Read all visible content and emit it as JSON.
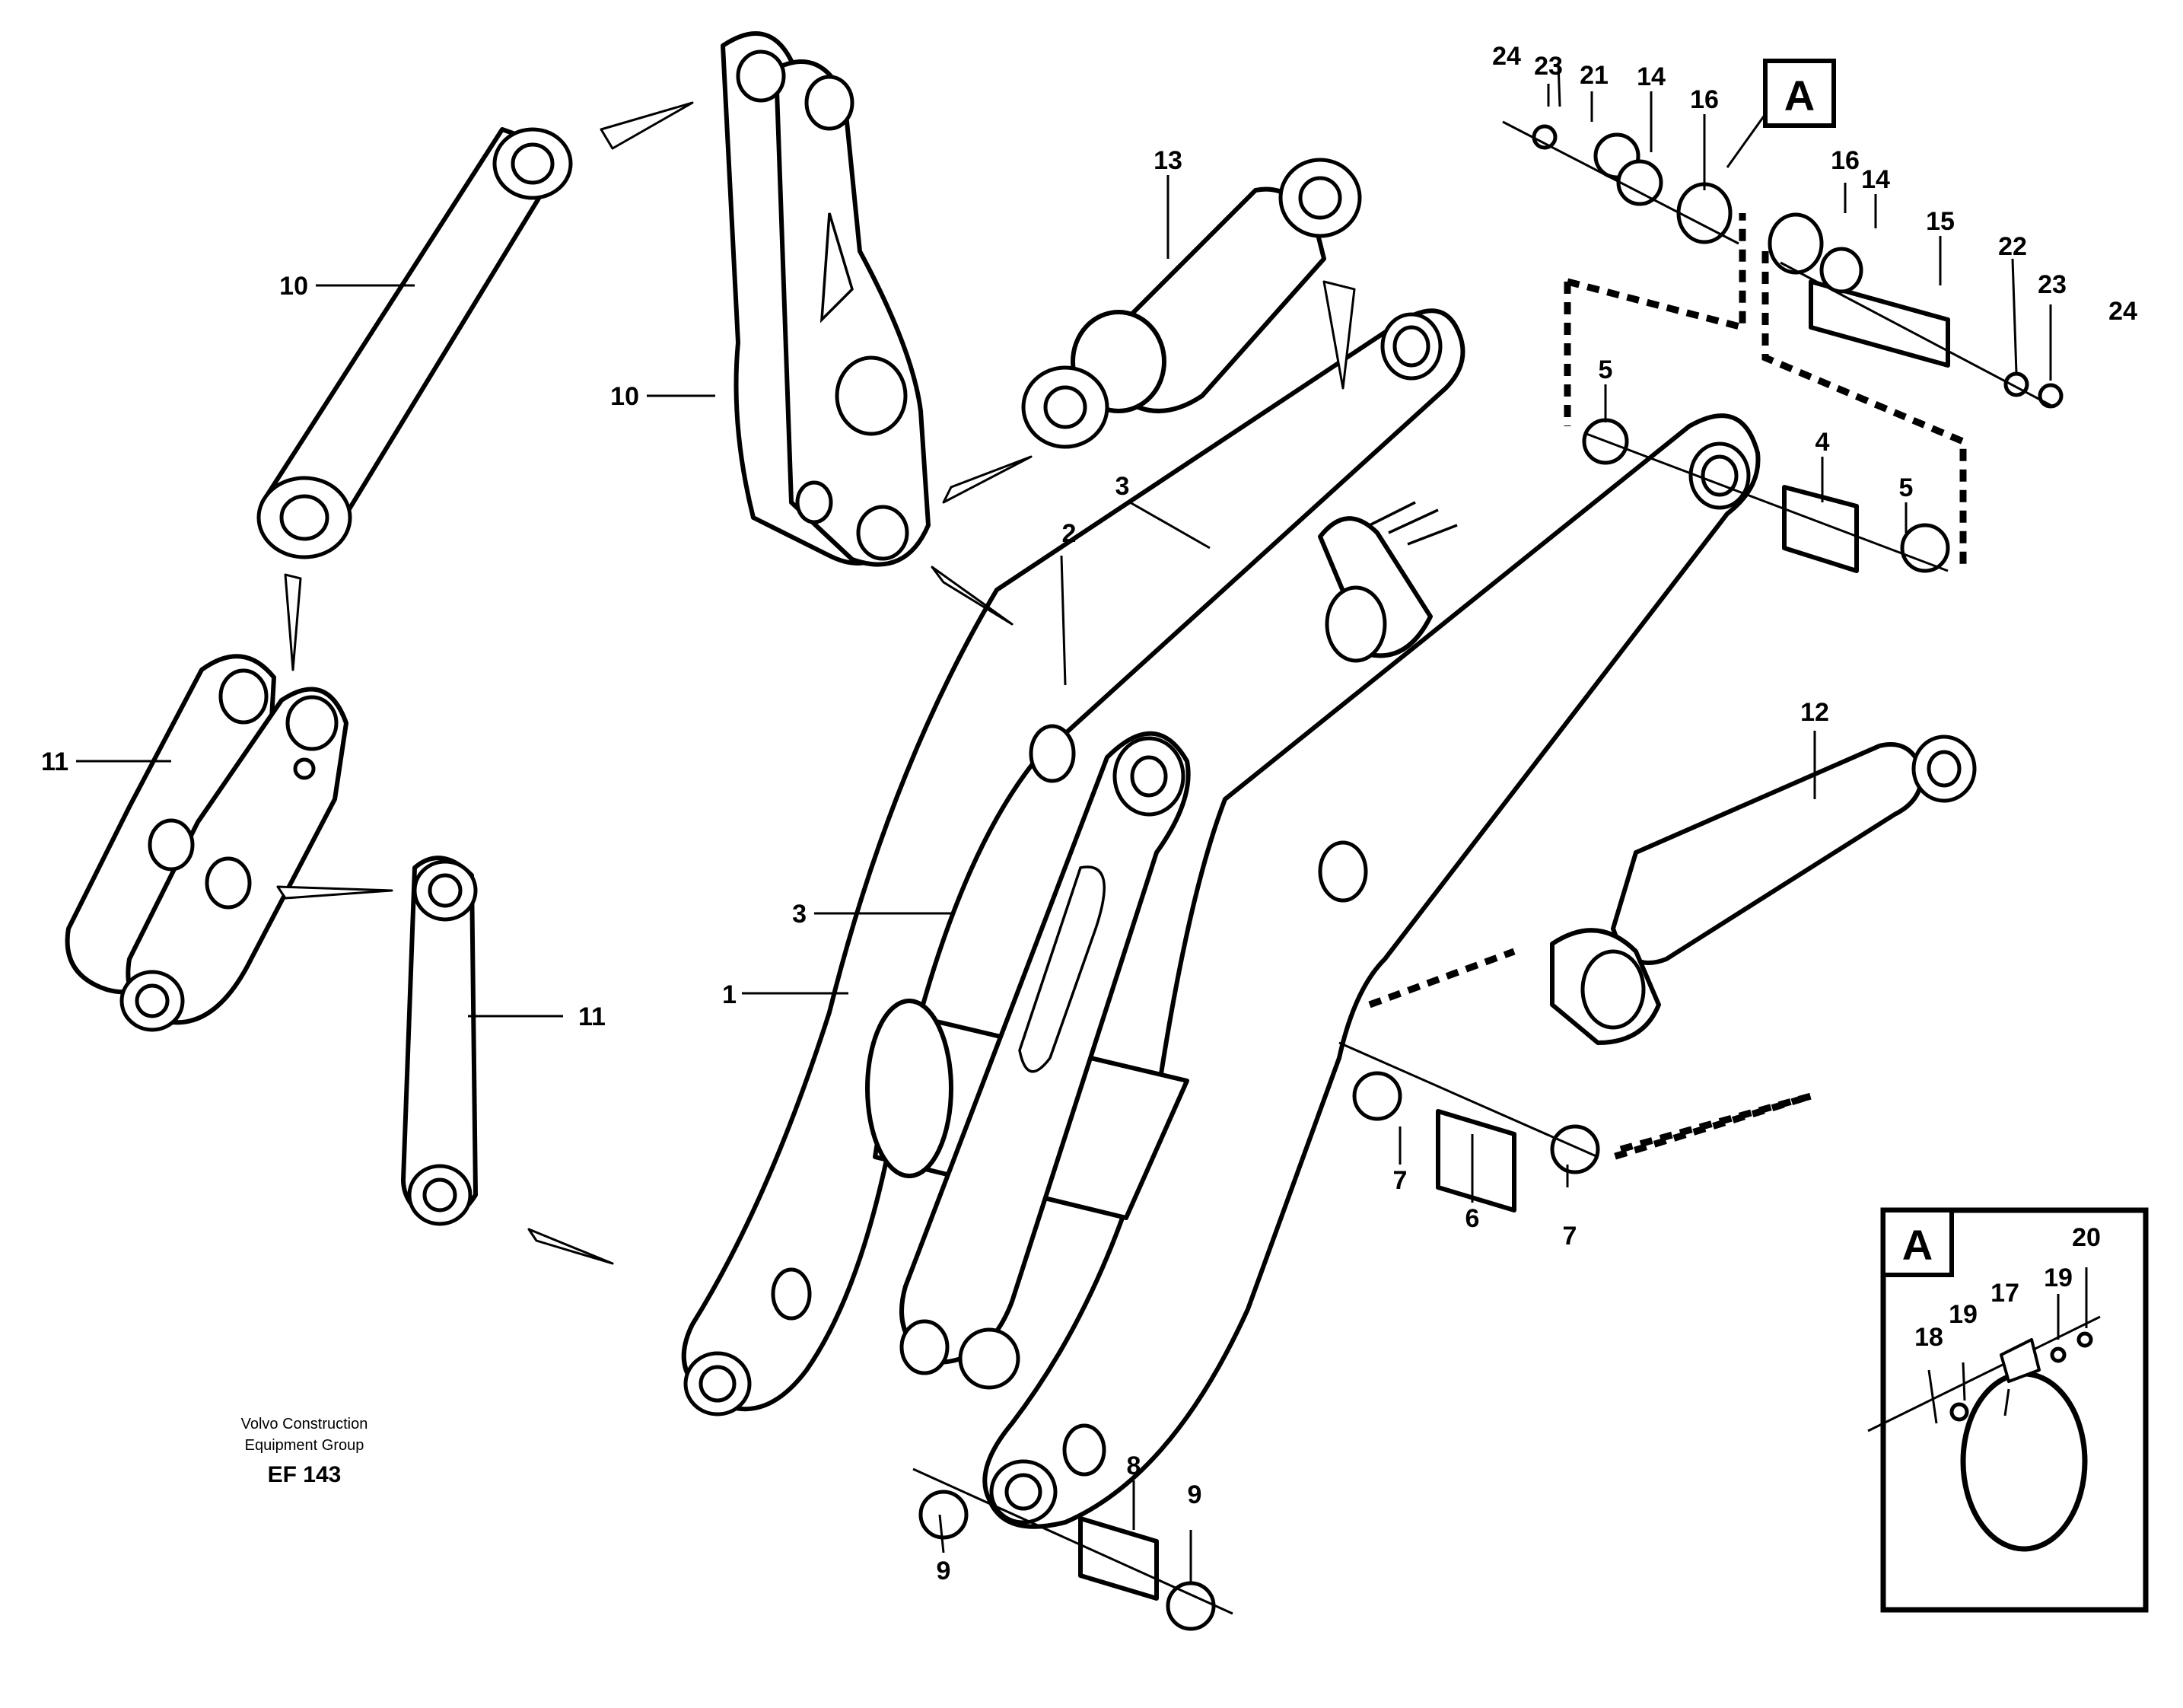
{
  "footer": {
    "company_line1": "Volvo Construction",
    "company_line2": "Equipment Group",
    "figure_code": "EF 143"
  },
  "callouts": {
    "detail_marker": "A",
    "inset_marker": "A"
  },
  "labels": {
    "p1": "1",
    "p2": "2",
    "p3a": "3",
    "p3b": "3",
    "p4": "4",
    "p5a": "5",
    "p5b": "5",
    "p6": "6",
    "p7a": "7",
    "p7b": "7",
    "p8": "8",
    "p9a": "9",
    "p9b": "9",
    "p10a": "10",
    "p10b": "10",
    "p11a": "11",
    "p11b": "11",
    "p12": "12",
    "p13": "13",
    "p14a": "14",
    "p14b": "14",
    "p15": "15",
    "p16a": "16",
    "p16b": "16",
    "p17": "17",
    "p18": "18",
    "p19a": "19",
    "p19b": "19",
    "p20": "20",
    "p21": "21",
    "p22": "22",
    "p23a": "23",
    "p23b": "23",
    "p24a": "24",
    "p24b": "24"
  }
}
